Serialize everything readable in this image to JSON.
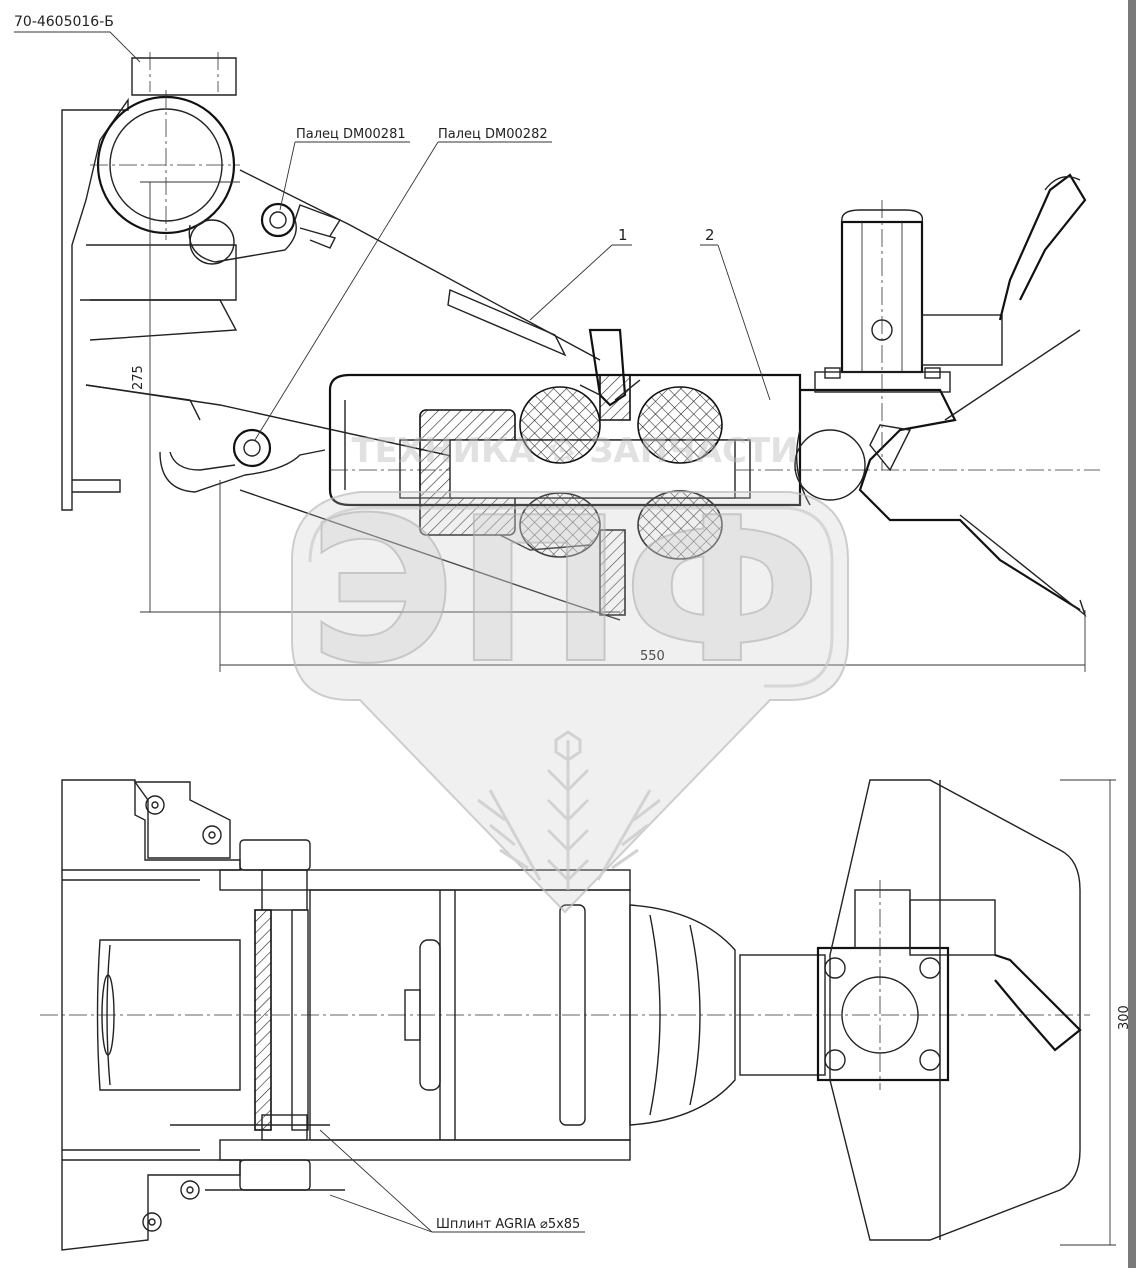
{
  "drawing": {
    "part_number": "70-4605016-Б",
    "pin_left": "Палец DM00281",
    "pin_right": "Палец DM00282",
    "callout_1": "1",
    "callout_2": "2",
    "dim_height": "275",
    "dim_length": "550",
    "dim_width": "300",
    "cotter_pin": "Шплинт AGRIA  ⌀5х85"
  },
  "watermark": {
    "brand_text": "ТЕХНИКА  ⚙  ЗАПЧАСТИ",
    "logo_letters": "ЭПФ"
  }
}
